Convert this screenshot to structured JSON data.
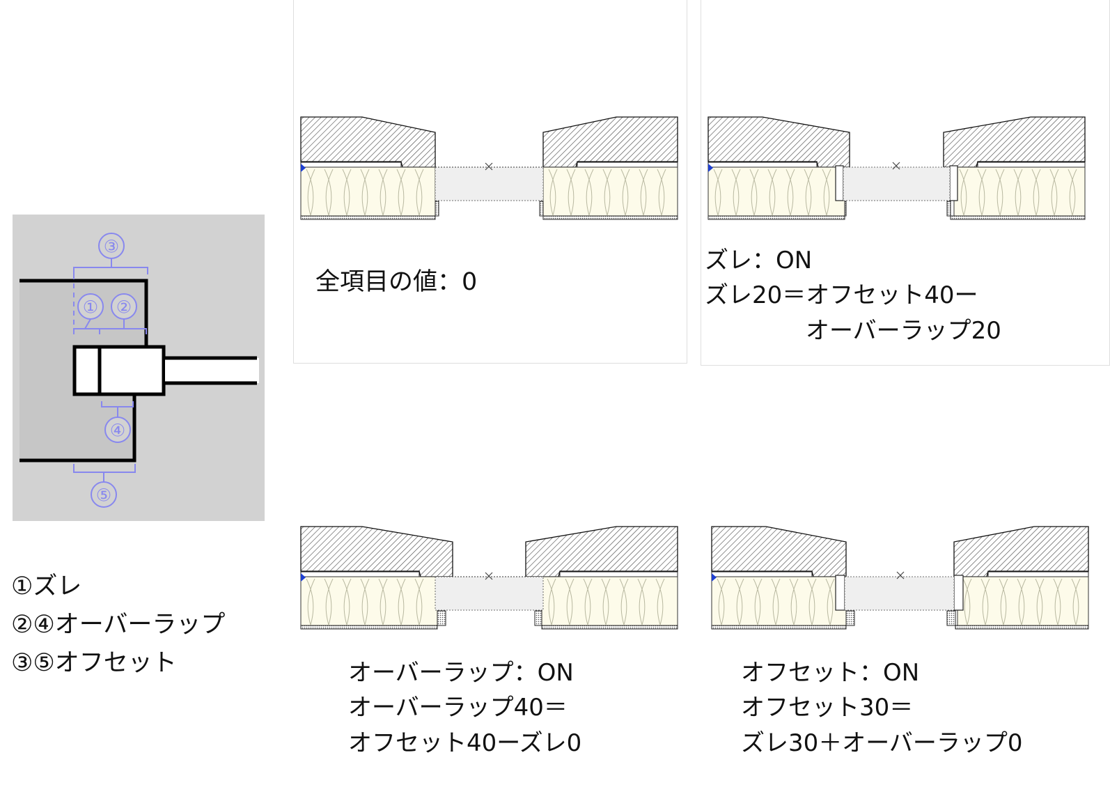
{
  "legend_diagram": {
    "markers": [
      "③",
      "①",
      "②",
      "④",
      "⑤"
    ],
    "marker_color": "#8888ee",
    "background": "#d2d2d2"
  },
  "legend_text": [
    "①ズレ",
    "②④オーバーラップ",
    "③⑤オフセット"
  ],
  "panels": [
    {
      "id": "all-zero",
      "lines": [
        "全項目の値：0"
      ]
    },
    {
      "id": "offset-shift",
      "lines": [
        "ズレ：ON",
        "ズレ20＝オフセット40ー",
        "オーバーラップ20"
      ]
    },
    {
      "id": "overlap",
      "lines": [
        "オーバーラップ：ON",
        "オーバーラップ40＝",
        "オフセット40ーズレ0"
      ]
    },
    {
      "id": "offset",
      "lines": [
        "オフセット：ON",
        "オフセット30＝",
        "ズレ30＋オーバーラップ0"
      ]
    }
  ],
  "colors": {
    "insulation": "#fdfbea",
    "opening": "#efefef",
    "marker": "#1e3fd0"
  }
}
